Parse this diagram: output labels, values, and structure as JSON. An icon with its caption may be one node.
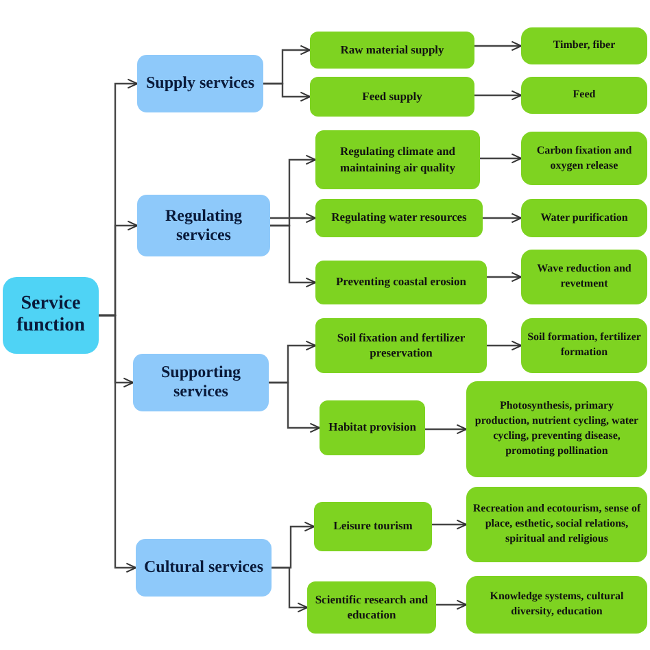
{
  "diagram": {
    "nodes": [
      {
        "text": [
          "Service function"
        ]
      },
      {
        "text": [
          "Supply services"
        ]
      },
      {
        "text": [
          "Raw material supply"
        ]
      },
      {
        "text": [
          "Feed supply"
        ]
      },
      {
        "text": [
          "Timber, fiber"
        ]
      },
      {
        "text": [
          "Feed"
        ]
      },
      {
        "text": [
          "Regulating services"
        ]
      },
      {
        "text": [
          "Regulating climate and maintaining air quality"
        ]
      },
      {
        "text": [
          "Regulating water resources"
        ]
      },
      {
        "text": [
          "Preventing coastal erosion"
        ]
      },
      {
        "text": [
          "Carbon fixation and oxygen release"
        ]
      },
      {
        "text": [
          "Water purification"
        ]
      },
      {
        "text": [
          "Wave reduction and revetment"
        ]
      },
      {
        "text": [
          "Supporting services"
        ]
      },
      {
        "text": [
          "Soil fixation and fertilizer preservation"
        ]
      },
      {
        "text": [
          "Habitat provision"
        ]
      },
      {
        "text": [
          "Soil formation, fertilizer formation"
        ]
      },
      {
        "text": [
          "Photosynthesis, primary production, nutrient cycling, water cycling, preventing disease, promoting pollination"
        ]
      },
      {
        "text": [
          "Cultural services"
        ]
      },
      {
        "text": [
          "Leisure tourism"
        ]
      },
      {
        "text": [
          "Scientific research and education"
        ]
      },
      {
        "text": [
          "Recreation and ecotourism, sense of place, esthetic, social relations, spiritual and religious"
        ]
      },
      {
        "text": [
          "Knowledge systems, cultural diversity, education"
        ]
      }
    ],
    "edges": [
      {
        "from": 0,
        "to": 1,
        "arrow": "to"
      },
      {
        "from": 0,
        "to": 6,
        "arrow": "to"
      },
      {
        "from": 0,
        "to": 13,
        "arrow": "to"
      },
      {
        "from": 0,
        "to": 18,
        "arrow": "to"
      },
      {
        "from": 1,
        "to": 2,
        "arrow": "to"
      },
      {
        "from": 1,
        "to": 3,
        "arrow": "to"
      },
      {
        "from": 2,
        "to": 4,
        "arrow": "to"
      },
      {
        "from": 3,
        "to": 5,
        "arrow": "to"
      },
      {
        "from": 6,
        "to": 7,
        "arrow": "to"
      },
      {
        "from": 6,
        "to": 8,
        "arrow": "to"
      },
      {
        "from": 6,
        "to": 9,
        "arrow": "to"
      },
      {
        "from": 7,
        "to": 10,
        "arrow": "to"
      },
      {
        "from": 8,
        "to": 11,
        "arrow": "to"
      },
      {
        "from": 9,
        "to": 12,
        "arrow": "to"
      },
      {
        "from": 13,
        "to": 14,
        "arrow": "to"
      },
      {
        "from": 13,
        "to": 15,
        "arrow": "to"
      },
      {
        "from": 14,
        "to": 16,
        "arrow": "to"
      },
      {
        "from": 15,
        "to": 17,
        "arrow": "to"
      },
      {
        "from": 18,
        "to": 19,
        "arrow": "to"
      },
      {
        "from": 18,
        "to": 20,
        "arrow": "to"
      },
      {
        "from": 19,
        "to": 21,
        "arrow": "to"
      },
      {
        "from": 20,
        "to": 22,
        "arrow": "to"
      }
    ]
  }
}
